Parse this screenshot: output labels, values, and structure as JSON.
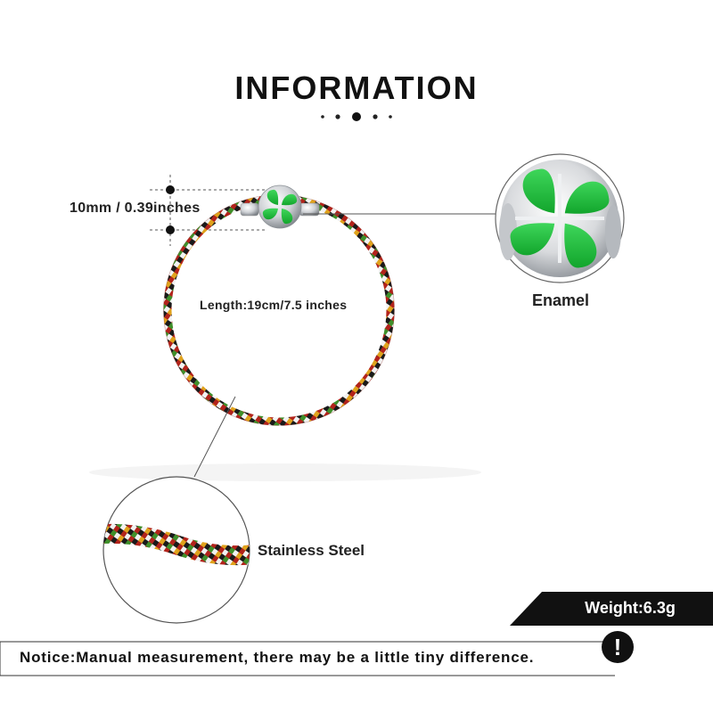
{
  "title": "INFORMATION",
  "dimension_label": "10mm / 0.39inches",
  "length_label": "Length:19cm/7.5 inches",
  "enamel_label": "Enamel",
  "material_label": "Stainless Steel",
  "weight_label": "Weight:6.3g",
  "notice": "Notice:Manual measurement, there may be a little tiny difference.",
  "notice_icon": "!",
  "colors": {
    "text": "#111111",
    "enamel_green": "#1fbf3a",
    "rope_red": "#b2231b",
    "rope_green": "#3f8f2a",
    "rope_yellow": "#e0a21c",
    "rope_black": "#1a1a1a",
    "rope_white": "#f2f2f2",
    "badge": "#111111"
  },
  "icons": [
    "bracelet-product-image",
    "clover-clasp-closeup",
    "braid-closeup",
    "exclamation-icon"
  ]
}
